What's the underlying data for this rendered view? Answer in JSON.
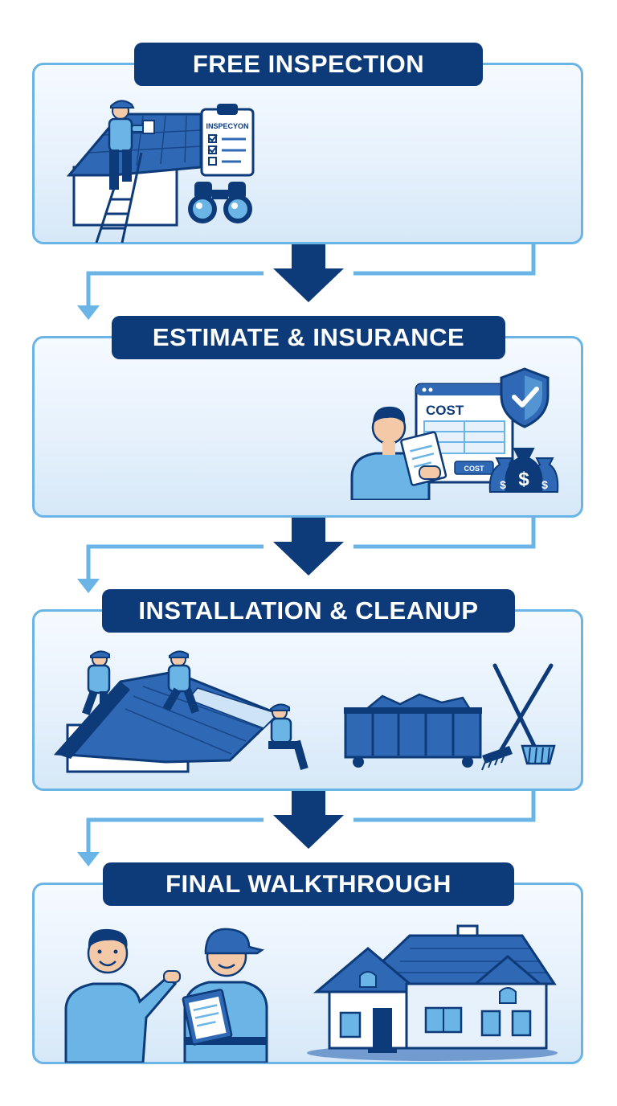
{
  "steps": [
    {
      "title": "FREE INSPECTION",
      "clipboard_text": "INSPECYON"
    },
    {
      "title": "ESTIMATE & INSURANCE",
      "cost_label": "COST",
      "cost_tag": "COST",
      "money_symbol": "$"
    },
    {
      "title": "INSTALLATION & CLEANUP"
    },
    {
      "title": "FINAL WALKTHROUGH"
    }
  ],
  "colors": {
    "navy": "#0d3a78",
    "mid_blue": "#2f68b4",
    "light_blue": "#6ab4e6",
    "panel_fill": "#e6f1fc"
  },
  "icons": [
    "roofer-on-ladder",
    "clipboard-icon",
    "binoculars-icon",
    "person-reviewing-document",
    "cost-browser-window",
    "shield-check-icon",
    "money-bags-icon",
    "roofers-installing-shingles",
    "dumpster-icon",
    "rake-icon",
    "homeowner-pointing",
    "contractor-with-clipboard",
    "finished-house"
  ]
}
